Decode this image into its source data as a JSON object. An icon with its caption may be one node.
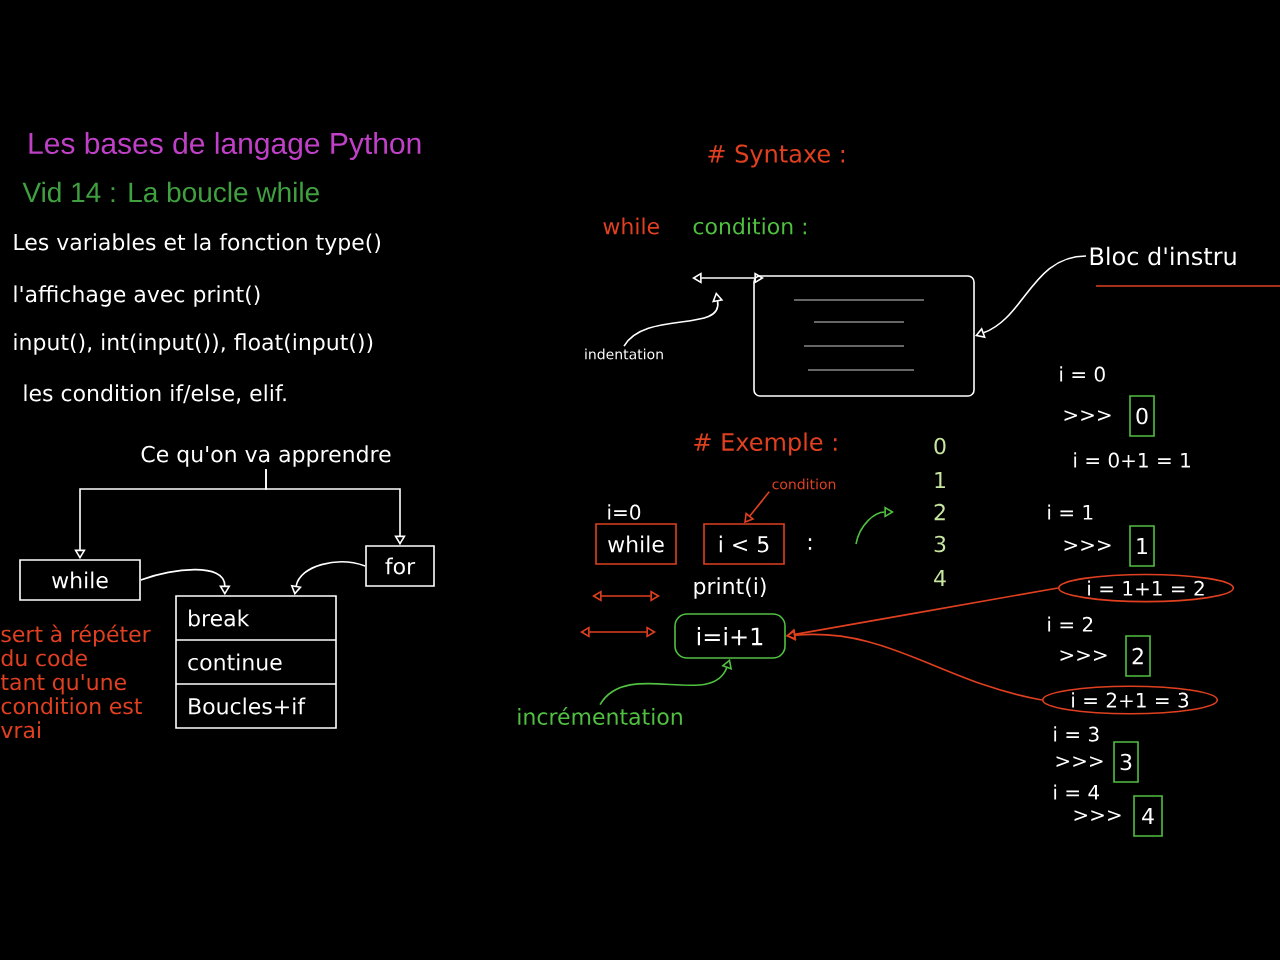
{
  "diagram": {
    "title": "Les bases de langage Python",
    "nodes": [
      {
        "text": [
          "Ce qu'on va apprendre"
        ]
      },
      {
        "text": [
          "while"
        ],
        "beside": [
          "sert à répéter du code tant qu'une condition est vrai"
        ]
      },
      {
        "text": [
          "for"
        ]
      },
      {
        "text": [
          "break",
          "continue",
          "Boucles+if"
        ]
      },
      {
        "text": [],
        "shape": "box"
      },
      {
        "text": [
          "Bloc d'instru"
        ]
      },
      {
        "text": [
          "indentation"
        ]
      },
      {
        "text": [
          "while"
        ]
      },
      {
        "text": [
          "i < 5"
        ]
      },
      {
        "text": [
          "condition"
        ]
      },
      {
        "text": [
          "i=i+1"
        ]
      },
      {
        "text": [
          "incrémentation"
        ]
      },
      {
        "text": [
          "0"
        ]
      },
      {
        "text": [
          "1"
        ]
      },
      {
        "text": [
          "2"
        ]
      },
      {
        "text": [
          "3"
        ]
      },
      {
        "text": [
          "4"
        ]
      },
      {
        "text": [
          "i = 1+1 = 2"
        ]
      },
      {
        "text": [
          "i = 2+1 = 3"
        ]
      }
    ],
    "edges": [
      {
        "from": 0,
        "to": 1,
        "arrow": "to"
      },
      {
        "from": 0,
        "to": 2,
        "arrow": "to"
      },
      {
        "from": 1,
        "to": 3,
        "arrow": "to"
      },
      {
        "from": 2,
        "to": 3,
        "arrow": "to"
      },
      {
        "from": 5,
        "to": 4,
        "arrow": "to"
      },
      {
        "from": 6,
        "to": null,
        "arrow": "to"
      },
      {
        "from": 9,
        "to": 8,
        "arrow": "to",
        "color": "#e04020"
      },
      {
        "from": 11,
        "to": 10,
        "arrow": "to",
        "color": "#50c040"
      },
      {
        "from": 17,
        "to": 10,
        "arrow": "to",
        "color": "#e04020"
      },
      {
        "from": 18,
        "to": 10,
        "arrow": "to",
        "color": "#e04020"
      }
    ],
    "labels": [
      "Vid 14 : La boucle while",
      "Les variables et la fonction type()",
      "l'affichage avec print()",
      "input(), int(input()), float(input())",
      "les condition if/else, elif.",
      "# Syntaxe :",
      "while",
      "condition :",
      "# Exemple :",
      "i=0",
      ":",
      "print(i)",
      "0",
      "1",
      "2",
      "3",
      "4",
      "i = 0",
      ">>>",
      "i = 0+1 = 1",
      "i = 1",
      ">>>",
      "i = 2",
      ">>>",
      "i = 3",
      ">>>",
      "i = 4",
      ">>>"
    ]
  }
}
